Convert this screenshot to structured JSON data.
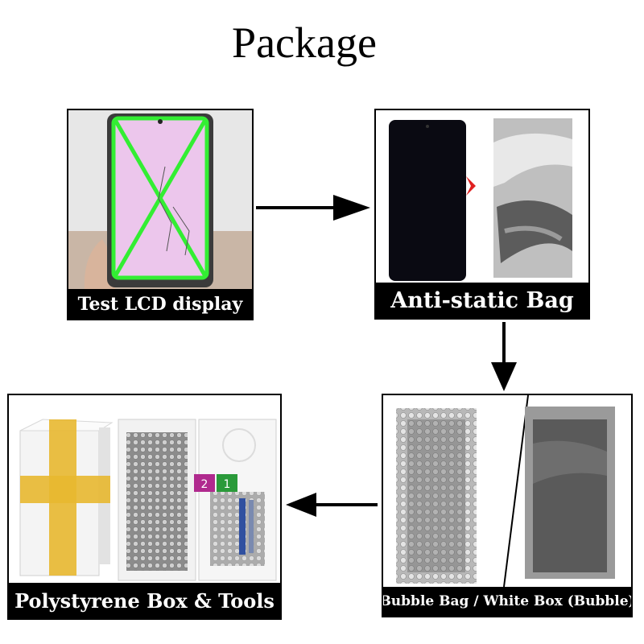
{
  "title": "Package",
  "steps": [
    {
      "caption": "Test LCD display"
    },
    {
      "caption": "Anti-static Bag"
    },
    {
      "caption": "Bubble Bag / White Box (Bubble)"
    },
    {
      "caption": "Polystyrene Box & Tools"
    }
  ],
  "tools": {
    "card_left": "2",
    "card_right": "1"
  },
  "colors": {
    "accent_green": "#33ee33",
    "arrow_red": "#e02020",
    "tape_yellow": "#e8b830",
    "card_purple": "#b02a8e",
    "card_green": "#2a9a3a"
  }
}
